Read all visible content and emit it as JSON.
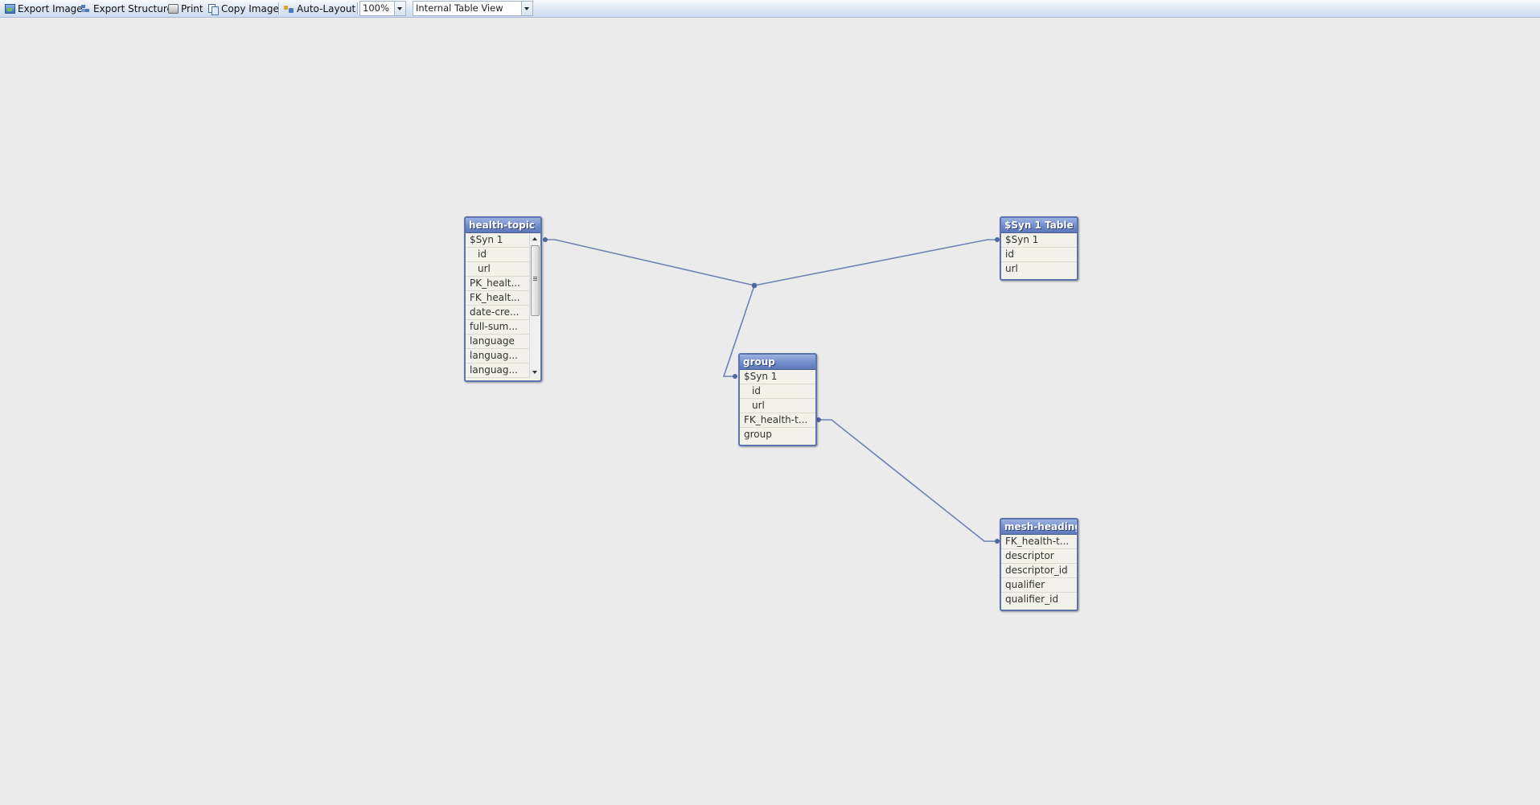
{
  "toolbar": {
    "export_image": "Export Image",
    "export_structure": "Export Structure",
    "print": "Print",
    "copy_image": "Copy Image",
    "auto_layout": "Auto-Layout",
    "zoom_value": "100%",
    "view_value": "Internal Table View"
  },
  "tables": {
    "health_topic": {
      "title": "health-topic",
      "fields": [
        "$Syn 1",
        "id",
        "url",
        "PK_healt...",
        "FK_healt...",
        "date-cre...",
        "full-sum...",
        "language",
        "languag...",
        "languag..."
      ]
    },
    "syn_table": {
      "title": "$Syn 1 Table",
      "fields": [
        "$Syn 1",
        "id",
        "url"
      ]
    },
    "group": {
      "title": "group",
      "fields": [
        "$Syn 1",
        "id",
        "url",
        "FK_health-t...",
        "group"
      ]
    },
    "mesh_heading": {
      "title": "mesh-heading",
      "fields": [
        "FK_health-t...",
        "descriptor",
        "descriptor_id",
        "qualifier",
        "qualifier_id"
      ]
    }
  },
  "colors": {
    "link_line": "#6e82b4",
    "title_bar": "#6f8acb",
    "canvas": "#ebebeb"
  }
}
